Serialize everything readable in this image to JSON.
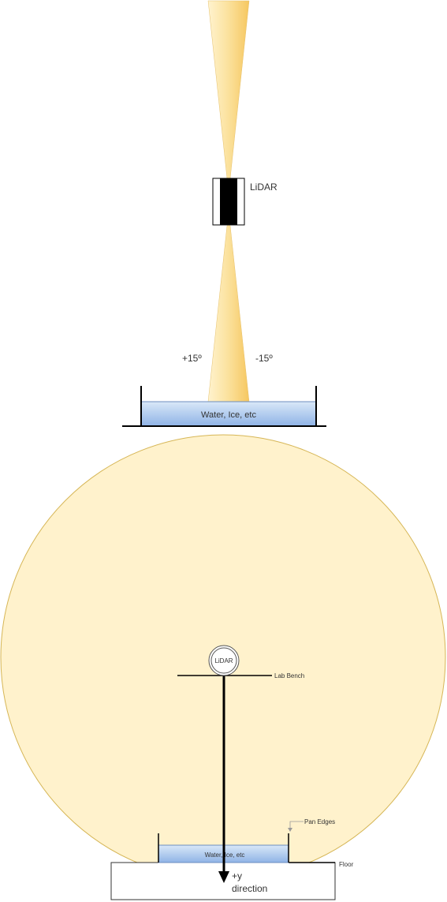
{
  "side_view": {
    "lidar_label": "LiDAR",
    "angle_left": "+15º",
    "angle_right": "-15º",
    "pan_label": "Water, Ice, etc"
  },
  "top_view": {
    "lidar_label": "LiDAR",
    "bench_label": "Lab Bench",
    "pan_label": "Water, Ice, etc",
    "pan_edges_label": "Pan Edges",
    "floor_label": "Floor",
    "direction_line1": "+y",
    "direction_line2": "direction"
  },
  "colors": {
    "beam": "#f8d278",
    "beam_light": "#fff1c4",
    "coverage_fill": "#fff2cc",
    "coverage_stroke": "#d6b656",
    "water_top": "#c9ddf3",
    "water_bottom": "#7ea6e0",
    "water_stroke": "#6c8ebf"
  }
}
